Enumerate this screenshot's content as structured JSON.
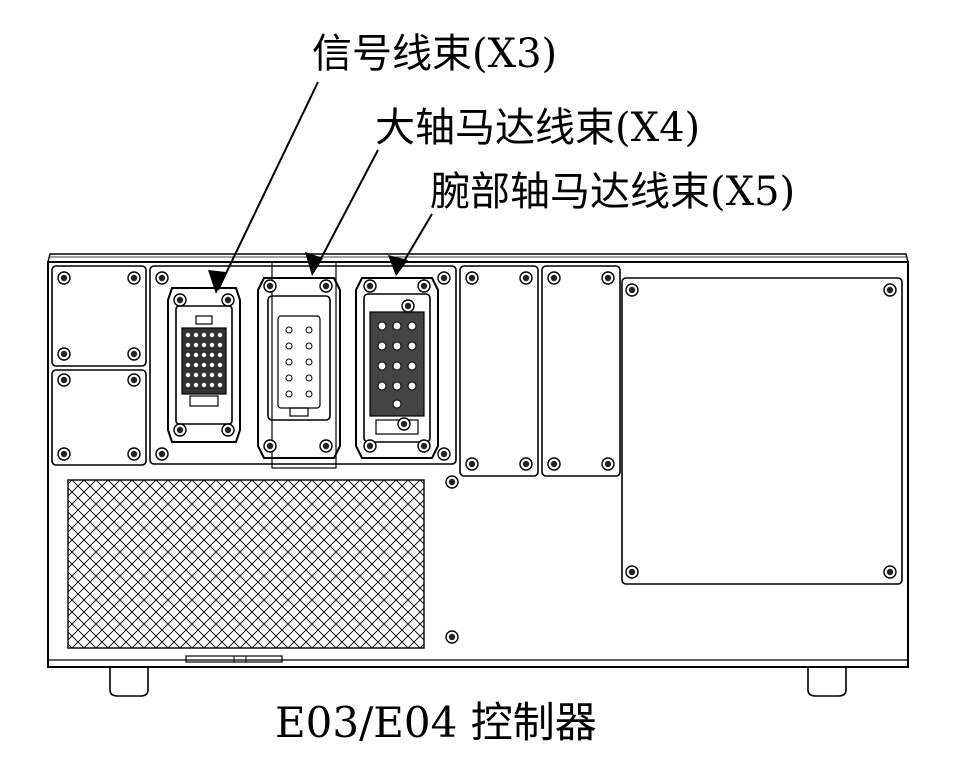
{
  "labels": {
    "signal_harness": "信号线束(X3)",
    "main_axis_motor_harness": "大轴马达线束(X4)",
    "wrist_axis_motor_harness": "腕部轴马达线束(X5)"
  },
  "caption": "E03/E04 控制器"
}
